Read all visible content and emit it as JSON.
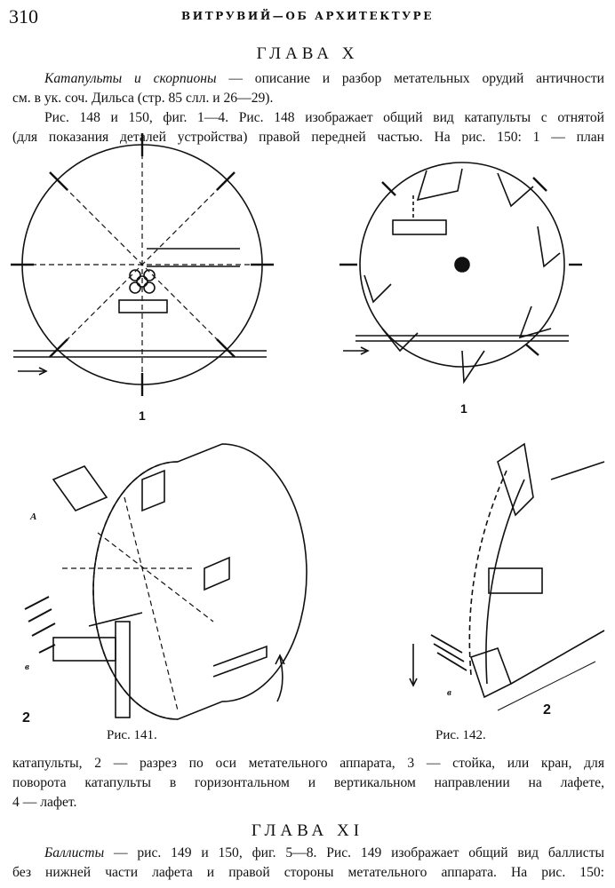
{
  "header": {
    "page_number": "310",
    "running_title": "ВИТРУВИЙ—ОБ АРХИТЕКТУРЕ"
  },
  "chapter_x": {
    "title": "ГЛАВА X",
    "p1_italic": "Катапульты и скорпионы",
    "p1_line1_rest": " — описание и разбор метательных орудий античности",
    "p1_line2": "см. в ук. соч. Дильса (стр. 85 слл. и 26—29).",
    "p2_line1": "Рис. 148 и 150, фиг. 1—4. Рис. 148 изображает общий вид катапульты с отнятой",
    "p2_line2": "(для показания деталей устройства) правой передней частью. На рис. 150: 1 — план"
  },
  "figures": {
    "fig_top_left_label": "1",
    "fig_top_right_label": "1",
    "fig141": {
      "caption": "Рис. 141.",
      "label_a": "А",
      "label_v": "в",
      "label_num": "2"
    },
    "fig142": {
      "caption": "Рис. 142.",
      "label_v": "в",
      "label_num": "2"
    }
  },
  "continuation": {
    "line1": "катапульты, 2 — разрез по оси метательного аппарата, 3 — стойка, или кран, для",
    "line2": "поворота катапульты в горизонтальном и вертикальном направлении на лафете,",
    "line3": "4 — лафет."
  },
  "chapter_xi": {
    "title": "ГЛАВА XI",
    "p1_italic": "Баллисты",
    "p1_line1_rest": " — рис. 149 и 150, фиг. 5—8. Рис. 149 изображает общий вид баллисты",
    "p1_line2": "без нижней части лафета и правой стороны метательного аппарата. На рис. 150:"
  }
}
